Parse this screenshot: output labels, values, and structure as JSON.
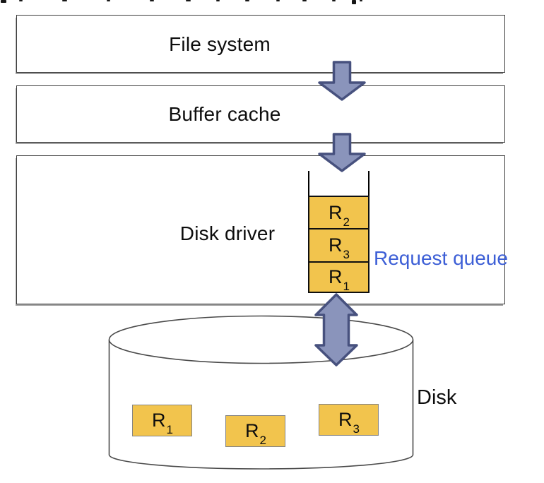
{
  "diagram": {
    "layers": [
      {
        "id": "file_system",
        "label": "File system"
      },
      {
        "id": "buffer_cache",
        "label": "Buffer cache"
      },
      {
        "id": "disk_driver",
        "label": "Disk driver"
      }
    ],
    "request_queue": {
      "label": "Request queue",
      "items": [
        {
          "base": "R",
          "sub": "2"
        },
        {
          "base": "R",
          "sub": "3"
        },
        {
          "base": "R",
          "sub": "1"
        }
      ]
    },
    "disk": {
      "label": "Disk",
      "blocks": [
        {
          "base": "R",
          "sub": "1"
        },
        {
          "base": "R",
          "sub": "2"
        },
        {
          "base": "R",
          "sub": "3"
        }
      ]
    },
    "colors": {
      "block_fill": "#F2C44D",
      "arrow_fill": "#8A94BB",
      "arrow_stroke": "#47517E",
      "request_queue_label": "#3D5FD6"
    }
  }
}
